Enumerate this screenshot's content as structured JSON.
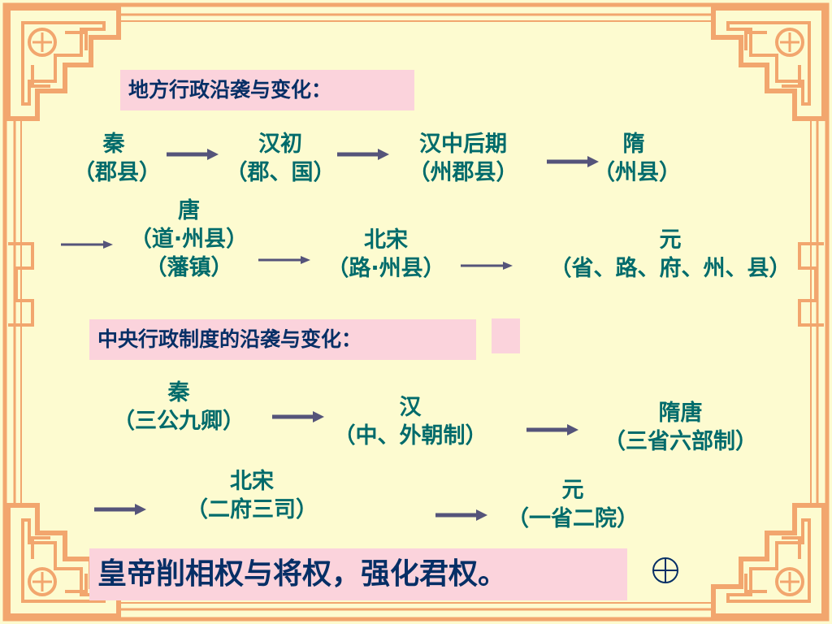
{
  "local": {
    "heading": "地方行政沿袭与变化：",
    "stages": [
      {
        "name": "秦",
        "system": "（郡县）"
      },
      {
        "name": "汉初",
        "system": "（郡、国）"
      },
      {
        "name": "汉中后期",
        "system": "（州郡县）"
      },
      {
        "name": "隋",
        "system": "（州县）"
      },
      {
        "name": "唐",
        "system": "（道·州县）",
        "extra": "（藩镇）"
      },
      {
        "name": "北宋",
        "system": "（路·州县）"
      },
      {
        "name": "元",
        "system": "（省、路、府、州、县）"
      }
    ]
  },
  "central": {
    "heading": "中央行政制度的沿袭与变化：",
    "stages": [
      {
        "name": "秦",
        "system": "（三公九卿）"
      },
      {
        "name": "汉",
        "system": "（中、外朝制）"
      },
      {
        "name": "隋唐",
        "system": "（三省六部制）"
      },
      {
        "name": "北宋",
        "system": "（二府三司）"
      },
      {
        "name": "元",
        "system": "（一省二院）"
      }
    ]
  },
  "conclusion": "皇帝削相权与将权，强化君权。",
  "colors": {
    "text": "#006b6b",
    "heading_text": "#062f66",
    "highlight_bg": "#fbd3dc",
    "arrow": "#55547a",
    "frame": "#f2a66e",
    "background": "#fdfbd0"
  }
}
